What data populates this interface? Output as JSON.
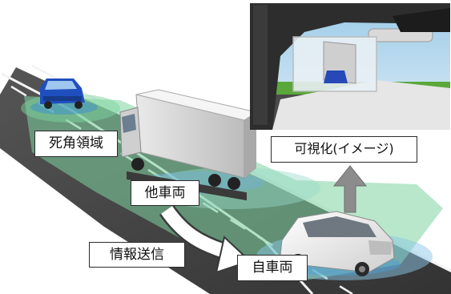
{
  "labels": {
    "blind_spot": "死角領域",
    "other_vehicle": "他車両",
    "info_transmission": "情報送信",
    "own_vehicle": "自車両",
    "visualization": "可視化(イメージ)"
  },
  "colors": {
    "sensing_area": "#7ed3a0",
    "road": "#3c3c3c",
    "sky": "#b9d9ee",
    "grass": "#5aa83a",
    "blue_car": "#1f4fbf",
    "arrow_gray": "#8c8c8c"
  }
}
